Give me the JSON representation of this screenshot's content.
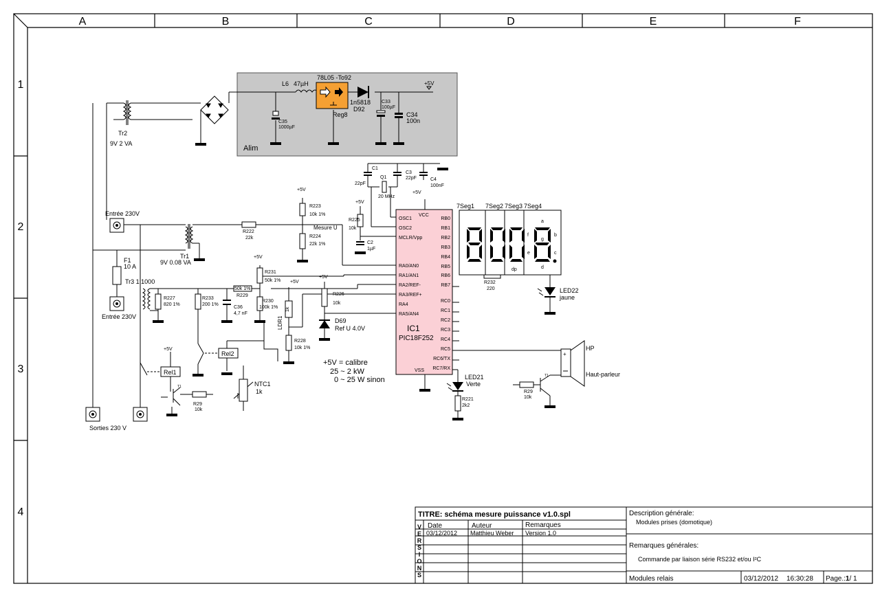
{
  "frame": {
    "columns": [
      "A",
      "B",
      "C",
      "D",
      "E",
      "F"
    ],
    "rows": [
      "1",
      "2",
      "3",
      "4"
    ]
  },
  "alim": {
    "label": "Alim",
    "l6": "L6",
    "l6_val": "47µH",
    "reg_part": "78L05 -To92",
    "reg_name": "Reg8",
    "diode": "1n5818",
    "diode_name": "D92",
    "c35": "C35",
    "c35_val": "1000µF",
    "c33": "C33",
    "c33_val": "100µF",
    "c34": "C34",
    "c34_val": "100n",
    "vplus": "+5V"
  },
  "transformers": {
    "tr2": "Tr2",
    "tr2_val": "9V 2 VA",
    "tr1": "Tr1",
    "tr1_val": "9V 0.08 VA",
    "tr3": "Tr3 1:1000"
  },
  "inputs": {
    "entree1": "Entrée 230V",
    "entree2": "Entrée 230V",
    "sorties": "Sorties 230 V",
    "f1": "F1",
    "f1_val": "10 A"
  },
  "resistors": {
    "r222": "R222",
    "r222_val": "22k",
    "r223": "R223",
    "r223_val": "10k 1%",
    "r224": "R224",
    "r224_val": "22k  1%",
    "mesure_u": "Mesure U",
    "r225": "R225",
    "r225_val": "10k",
    "r227": "R227",
    "r227_val": "820 1%",
    "r233": "R233",
    "r233_val": "200 1%",
    "r229": "R229",
    "r229_val": "50k 1%",
    "r231": "R231",
    "r231_val": "50k 1%",
    "r230": "R230",
    "r230_val": "100k 1%",
    "ldr": "LDR1",
    "ldr_val": "1k",
    "r228": "R228",
    "r228_val": "10k 1%",
    "r226": "R226",
    "r226_val": "10k",
    "d69": "D69",
    "d69_val": "Ref U 4.0V",
    "c36": "C36",
    "c36_val": "4,7 nF",
    "c2": "C2",
    "c2_val": "1µF",
    "r29a": "R29",
    "r29a_val": "10k",
    "r29b": "R29",
    "r29b_val": "10k",
    "r221": "R221",
    "r221_val": "2k2",
    "r232": "R232",
    "r232_val": "220",
    "ntc": "NTC1",
    "ntc_val": "1k",
    "rel1": "Rel1",
    "rel2": "Rel2",
    "t1a": "T1",
    "t1b": "T1",
    "calibre1": "+5V = calibre",
    "calibre2": "25 ~ 2 kW",
    "calibre3": "0 ~ 25 W sinon"
  },
  "osc": {
    "c1": "C1",
    "c1_val": "22pF",
    "c3": "C3",
    "c3_val": "22pF",
    "c4": "C4",
    "c4_val": "100nF",
    "q1": "Q1",
    "q1_val": "20 MHz"
  },
  "ic": {
    "name": "IC1",
    "part": "PIC18F252",
    "vcc": "VCC",
    "vss": "VSS",
    "left_pins": [
      "OSC1",
      "OSC2",
      "MCLR/Vpp",
      "RA0/AN0",
      "RA1/AN1",
      "RA2/REF-",
      "RA3/REF+",
      "RA4",
      "RA5/AN4"
    ],
    "right_pins": [
      "RB0",
      "RB1",
      "RB2",
      "RB3",
      "RB4",
      "RB5",
      "RB6",
      "RB7",
      "RC0",
      "RC1",
      "RC2",
      "RC3",
      "RC4",
      "RC5",
      "RC6/TX",
      "RC7/RX"
    ]
  },
  "display": {
    "names": [
      "7Seg1",
      "7Seg2",
      "7Seg3",
      "7Seg4"
    ],
    "seg_letters": [
      "a",
      "b",
      "c",
      "d",
      "e",
      "f",
      "g",
      "dp"
    ]
  },
  "leds": {
    "led22": "LED22",
    "led22_val": "jaune",
    "led21": "LED21",
    "led21_val": "Verte"
  },
  "speaker": {
    "hp": "HP",
    "name": "Haut-parleur"
  },
  "vlabels": {
    "v5": "+5V"
  },
  "titleblock": {
    "title": "TITRE: schéma mesure puissance v1.0.spl",
    "versions_letters": [
      "V",
      "E",
      "R",
      "S",
      "I",
      "O",
      "N",
      "S"
    ],
    "col_date": "Date",
    "col_author": "Auteur",
    "col_remarks": "Remarques",
    "row_date": "03/12/2012",
    "row_author": "Matthieu Weber",
    "row_remarks": "Version 1.0",
    "desc_label": "Description générale:",
    "desc_value": "Modules prises (domotique)",
    "rem_label": "Remarques générales:",
    "rem_value": "Commande par liaison série RS232 et/ou I²C",
    "module": "Modules relais",
    "date": "03/12/2012",
    "time": "16:30:28",
    "page_label": "Page.:",
    "page_num": "1",
    "page_total": "/ 1"
  },
  "colors": {
    "alim_fill": "#c8c8c8",
    "reg_fill": "#f5a033",
    "ic_fill": "#fbd0d6"
  }
}
